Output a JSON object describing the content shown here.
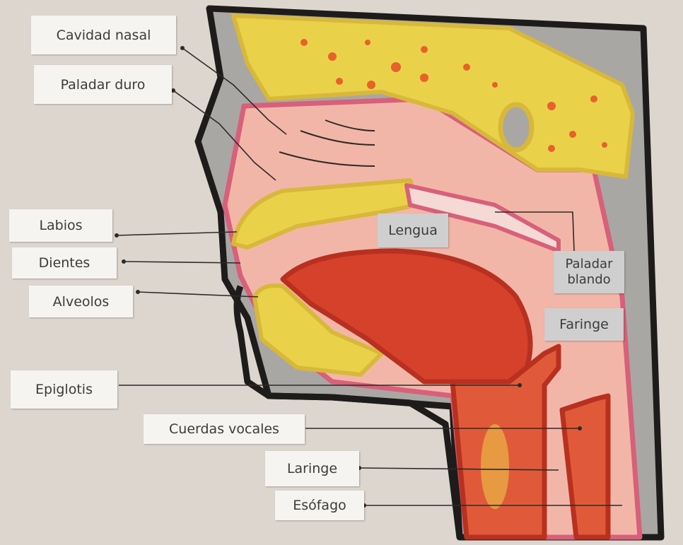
{
  "labels": {
    "cavidad_nasal": "Cavidad nasal",
    "paladar_duro": "Paladar duro",
    "labios": "Labios",
    "dientes": "Dientes",
    "alveolos": "Alveolos",
    "epiglotis": "Epiglotis",
    "cuerdas_vocales": "Cuerdas vocales",
    "laringe": "Laringe",
    "esofago": "Esófago",
    "lengua": "Lengua",
    "paladar_blando_1": "Paladar",
    "paladar_blando_2": "blando",
    "faringe": "Faringe"
  },
  "colors": {
    "background": "#ddd6cf",
    "outline": "#1e1c1b",
    "nasal_yellow": "#e9d24a",
    "speckle": "#e8612a",
    "pink_tissue": "#f2b6a8",
    "pink_outline": "#d8607a",
    "tongue_red": "#d6412c",
    "grey_fill": "#a9a7a4"
  }
}
